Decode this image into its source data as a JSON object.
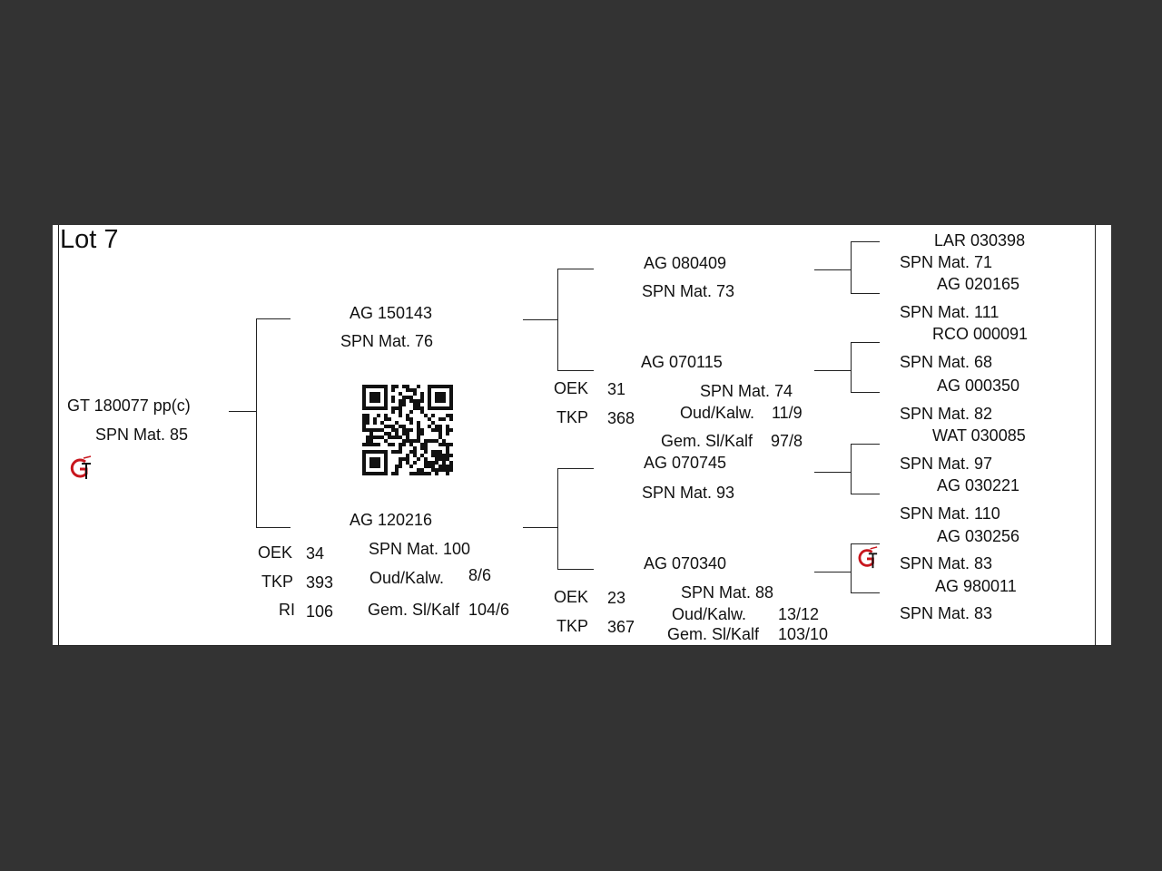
{
  "lot_title": "Lot 7",
  "animal": {
    "id": "GT  180077  pp(c)",
    "mat": "SPN Mat. 85"
  },
  "sire": {
    "id": "AG  150143",
    "mat": "SPN Mat. 76",
    "sire": {
      "id": "AG  080409",
      "mat": "SPN Mat. 73",
      "sire": {
        "id": "LAR 030398",
        "mat": "SPN Mat. 71"
      },
      "dam": {
        "id": "AG  020165",
        "mat": "SPN Mat. 111"
      }
    },
    "dam": {
      "id": "AG  070115",
      "mat": "SPN Mat. 74",
      "oek": {
        "label": "OEK",
        "value": "31"
      },
      "tkp": {
        "label": "TKP",
        "value": "368"
      },
      "oud": {
        "label": "Oud/Kalw.",
        "value": "11/9"
      },
      "gem": {
        "label": "Gem. Sl/Kalf",
        "value": "97/8"
      },
      "sire": {
        "id": "RCO 000091",
        "mat": "SPN Mat. 68"
      },
      "dam": {
        "id": "AG  000350",
        "mat": "SPN Mat. 82"
      }
    }
  },
  "dam": {
    "id": "AG  120216",
    "mat": "SPN Mat. 100",
    "oek": {
      "label": "OEK",
      "value": "34"
    },
    "tkp": {
      "label": "TKP",
      "value": "393"
    },
    "ri": {
      "label": "RI",
      "value": "106"
    },
    "oud": {
      "label": "Oud/Kalw.",
      "value": "8/6"
    },
    "gem": {
      "label": "Gem. Sl/Kalf",
      "value": "104/6"
    },
    "sire": {
      "id": "AG  070745",
      "mat": "SPN Mat. 93",
      "sire": {
        "id": "WAT 030085",
        "mat": "SPN Mat. 97"
      },
      "dam": {
        "id": "AG  030221",
        "mat": "SPN Mat. 110"
      }
    },
    "dam": {
      "id": "AG  070340",
      "mat": "SPN Mat. 88",
      "oek": {
        "label": "OEK",
        "value": "23"
      },
      "tkp": {
        "label": "TKP",
        "value": "367"
      },
      "oud": {
        "label": "Oud/Kalw.",
        "value": "13/12"
      },
      "gem": {
        "label": "Gem. Sl/Kalf",
        "value": "103/10"
      },
      "sire": {
        "id": "AG  030256",
        "mat": "SPN Mat. 83"
      },
      "dam": {
        "id": "AG  980011",
        "mat": "SPN Mat. 83"
      }
    }
  },
  "colors": {
    "logo_red": "#c8161d",
    "text": "#111111",
    "backdrop": "#333333"
  },
  "icons": {
    "logo": "gt-logo-icon",
    "qr": "qr-code-icon"
  }
}
